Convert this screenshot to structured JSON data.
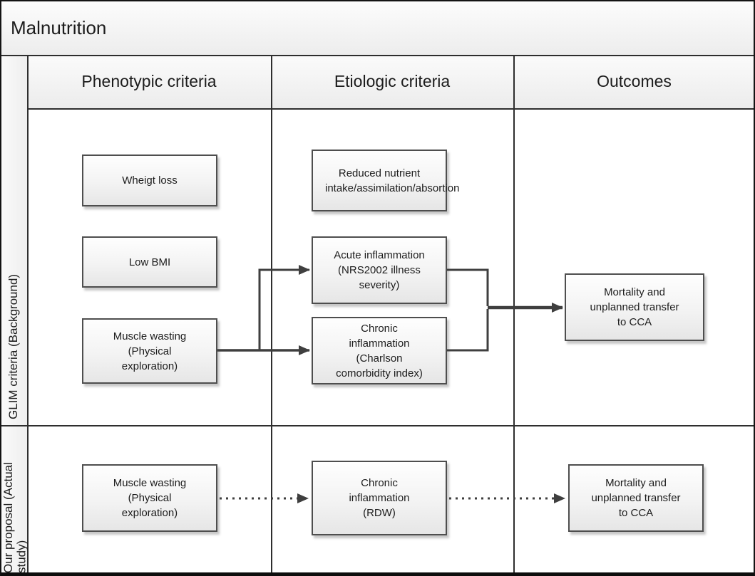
{
  "title": "Malnutrition",
  "header": {
    "phenotypic": "Phenotypic criteria",
    "etiologic": "Etiologic criteria",
    "outcomes": "Outcomes"
  },
  "row_labels": {
    "glim": "GLIM criteria (Background)",
    "proposal": "Our proposal (Actual study)"
  },
  "glim_row": {
    "weight_loss": "Wheigt loss",
    "low_bmi": "Low BMI",
    "muscle_wasting": "Muscle wasting (Physical exploration)",
    "reduced_nutrient": "Reduced nutrient intake/assimilation/absortion",
    "acute_inflammation": "Acute inflammation (NRS2002 illness severity)",
    "chronic_inflammation": "Chronic inflammation (Charlson comorbidity index)",
    "outcome": "Mortality and unplanned transfer to CCA"
  },
  "proposal_row": {
    "muscle_wasting": "Muscle wasting (Physical exploration)",
    "chronic_inflammation": "Chronic inflammation (RDW)",
    "outcome": "Mortality and unplanned transfer to CCA"
  },
  "colors": {
    "connector": "#3f3f3f",
    "box_border": "#4e4e4e",
    "grid_line": "#2e2e2e"
  }
}
